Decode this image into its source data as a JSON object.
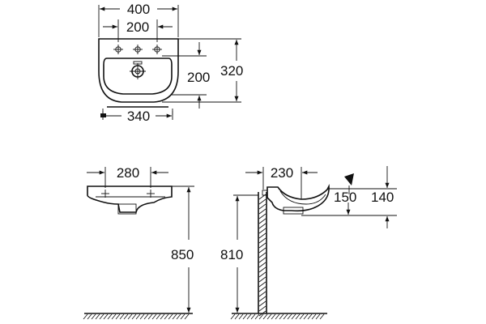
{
  "drawing": {
    "top_view": {
      "overall_width": "400",
      "tap_hole_spacing": "200",
      "basin_depth": "200",
      "overall_depth": "320",
      "bracket_spacing": "340"
    },
    "front_view": {
      "bowl_width": "280",
      "rim_height": "850"
    },
    "side_view": {
      "projection": "230",
      "bowl_depth": "150",
      "drain_offset": "140",
      "waste_height": "810"
    }
  }
}
